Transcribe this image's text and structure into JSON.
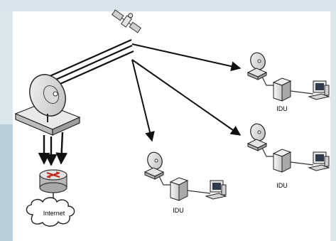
{
  "diagram": {
    "labels": {
      "internet": "Internet",
      "idu_1": "IDU",
      "idu_2": "IDU",
      "idu_3": "IDU"
    }
  }
}
